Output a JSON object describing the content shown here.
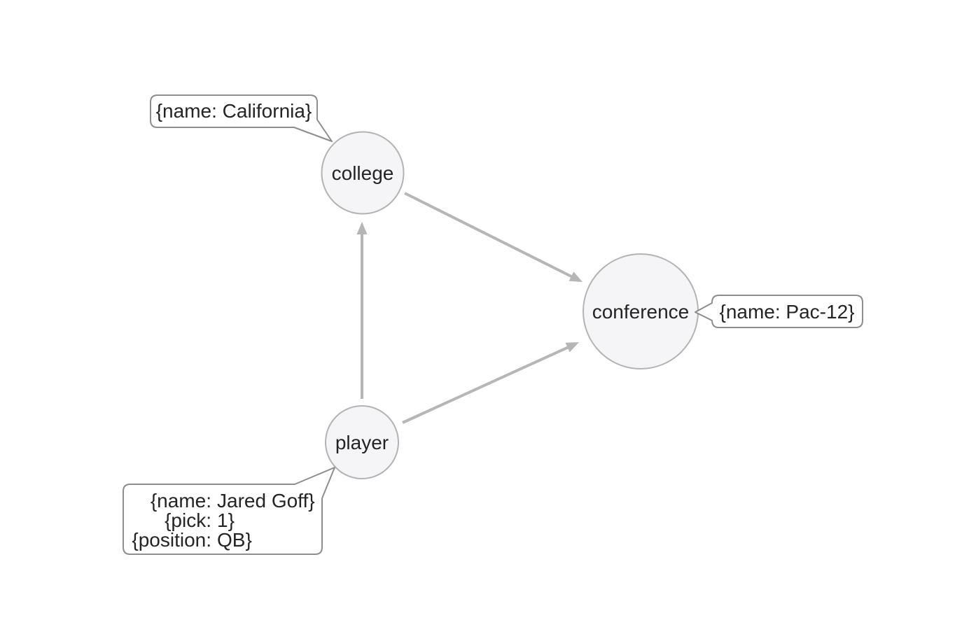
{
  "colors": {
    "background": "#ffffff",
    "node_fill": "#f5f5f7",
    "node_stroke": "#b3b3b3",
    "arrow": "#b6b6b6",
    "callout_border": "#8d8d8d",
    "callout_fill": "#ffffff",
    "text": "#242424"
  },
  "graph": {
    "nodes": [
      {
        "id": "college",
        "label": "college",
        "callout": {
          "text": "{name: California}"
        }
      },
      {
        "id": "conference",
        "label": "conference",
        "callout": {
          "text": "{name: Pac-12}"
        }
      },
      {
        "id": "player",
        "label": "player",
        "callout": {
          "lines": [
            {
              "key": "{name:",
              "value": "Jared Goff}"
            },
            {
              "key": "{pick:",
              "value": "1}"
            },
            {
              "key": "{position:",
              "value": "QB}"
            }
          ]
        }
      }
    ],
    "edges": [
      {
        "from": "player",
        "to": "college"
      },
      {
        "from": "college",
        "to": "conference"
      },
      {
        "from": "player",
        "to": "conference"
      }
    ]
  }
}
